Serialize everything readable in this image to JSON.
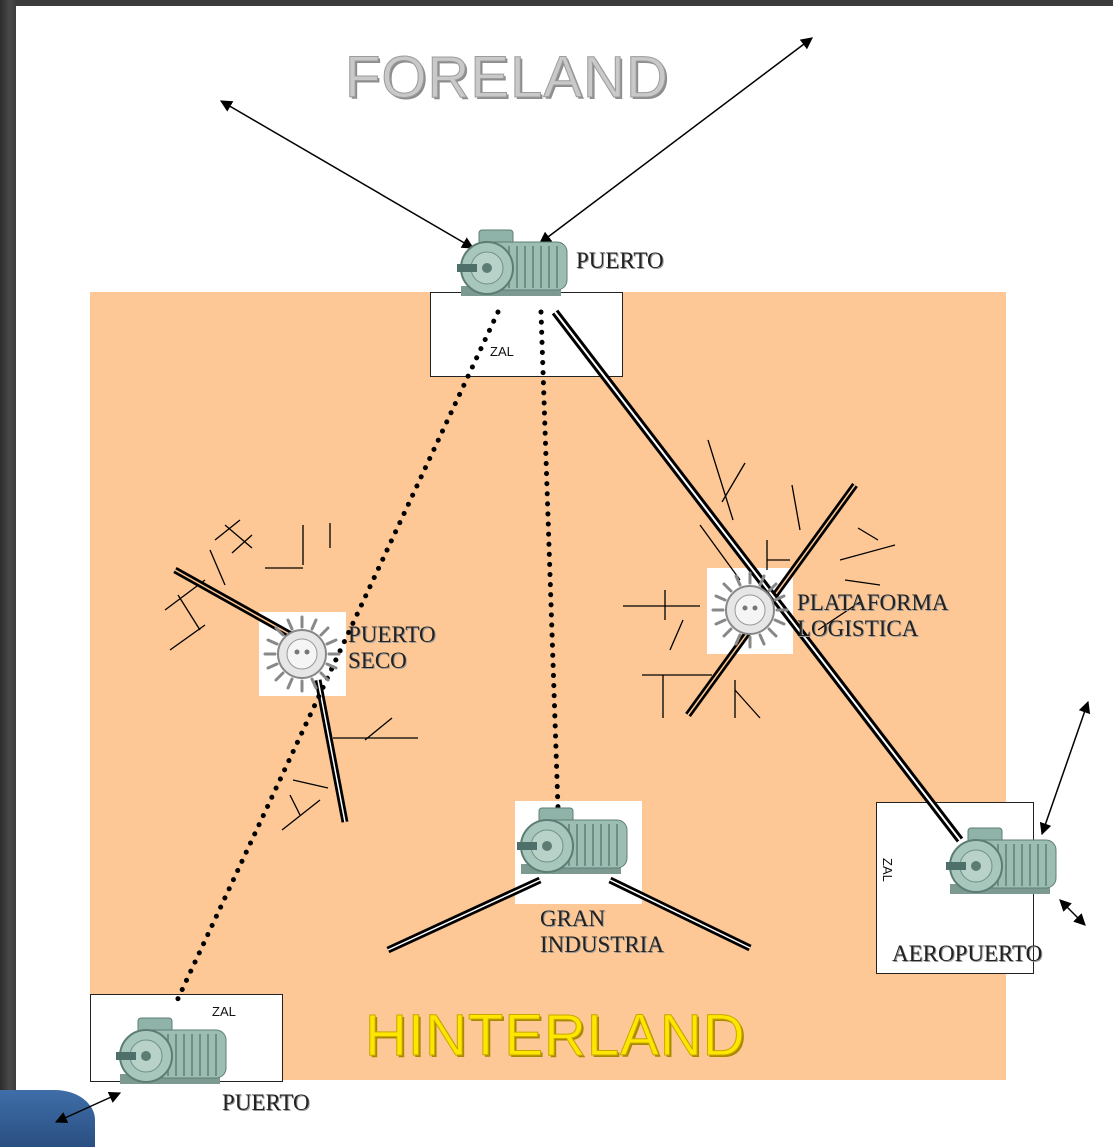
{
  "titles": {
    "foreland": "FORELAND",
    "hinterland": "HINTERLAND"
  },
  "nodes": {
    "puerto_top": {
      "label": "PUERTO",
      "zone": "ZAL",
      "icon": "motor-icon"
    },
    "puerto_seco": {
      "label": "PUERTO\nSECO",
      "icon": "hub-icon"
    },
    "plataforma": {
      "label": "PLATAFORMA\nLOGISTICA",
      "icon": "hub-icon"
    },
    "gran_industria": {
      "label": "GRAN\nINDUSTRIA",
      "icon": "motor-icon"
    },
    "aeropuerto": {
      "label": "AEROPUERTO",
      "zone": "ZAL",
      "icon": "motor-icon"
    },
    "puerto_bottom": {
      "label": "PUERTO",
      "zone": "ZAL",
      "icon": "motor-icon"
    }
  },
  "colors": {
    "hinterland_fill": "#fdc896",
    "foreland_text": "#c9c9c9",
    "hinterland_text": "#ffe600",
    "frame": "#3a3a3a",
    "motor": "#8fb3a8"
  }
}
